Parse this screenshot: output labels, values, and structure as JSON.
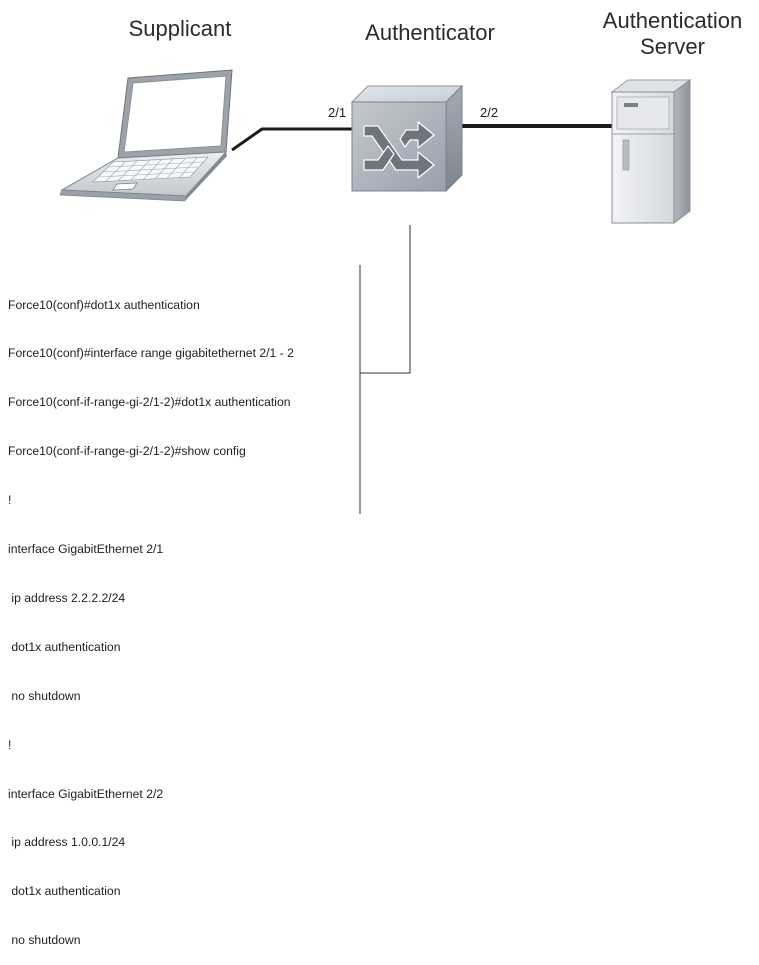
{
  "labels": {
    "supplicant": "Supplicant",
    "authenticator": "Authenticator",
    "server_line1": "Authentication",
    "server_line2": "Server",
    "port_left": "2/1",
    "port_right": "2/2"
  },
  "icons": {
    "laptop": "laptop-icon",
    "switch": "switch-icon",
    "server": "server-icon"
  },
  "config_lines": [
    "Force10(conf)#dot1x authentication",
    "Force10(conf)#interface range gigabitethernet 2/1 - 2",
    "Force10(conf-if-range-gi-2/1-2)#dot1x authentication",
    "Force10(conf-if-range-gi-2/1-2)#show config",
    "!",
    "interface GigabitEthernet 2/1",
    " ip address 2.2.2.2/24",
    " dot1x authentication",
    " no shutdown",
    "!",
    "interface GigabitEthernet 2/2",
    " ip address 1.0.0.1/24",
    " dot1x authentication",
    " no shutdown"
  ]
}
